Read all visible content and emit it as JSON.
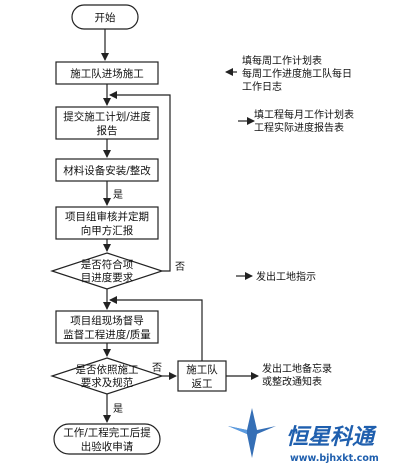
{
  "nodes": {
    "start": "开始",
    "team_enters": "施工队进场施工",
    "submit_plan": [
      "提交施工计划/进度",
      "报告"
    ],
    "install": "材料设备安装/整改",
    "review": [
      "项目组审核并定期",
      "向甲方汇报"
    ],
    "decision_progress": [
      "是否符合项",
      "目进度要求"
    ],
    "supervise": [
      "项目组现场督导",
      "监督工程进度/质量"
    ],
    "decision_spec": [
      "是否依照施工",
      "要求及规范"
    ],
    "rework": [
      "施工队",
      "返工"
    ],
    "final": [
      "工作/工程完工后提",
      "出验收申请"
    ]
  },
  "labels": {
    "yes": "是",
    "no": "否"
  },
  "notes": {
    "weekly": [
      "填每周工作计划表",
      "每周工作进度施工队每日",
      "工作日志"
    ],
    "monthly": [
      "填工程每月工作计划表",
      "工程实际进度报告表"
    ],
    "site_instruction": "发出工地指示",
    "memo": [
      "发出工地备忘录",
      "或整改通知表"
    ]
  },
  "watermark": {
    "brand": "恒星科通",
    "url": "www.bjhxkt.com"
  },
  "colors": {
    "stroke": "#222222",
    "brand": "#1f5fae"
  }
}
